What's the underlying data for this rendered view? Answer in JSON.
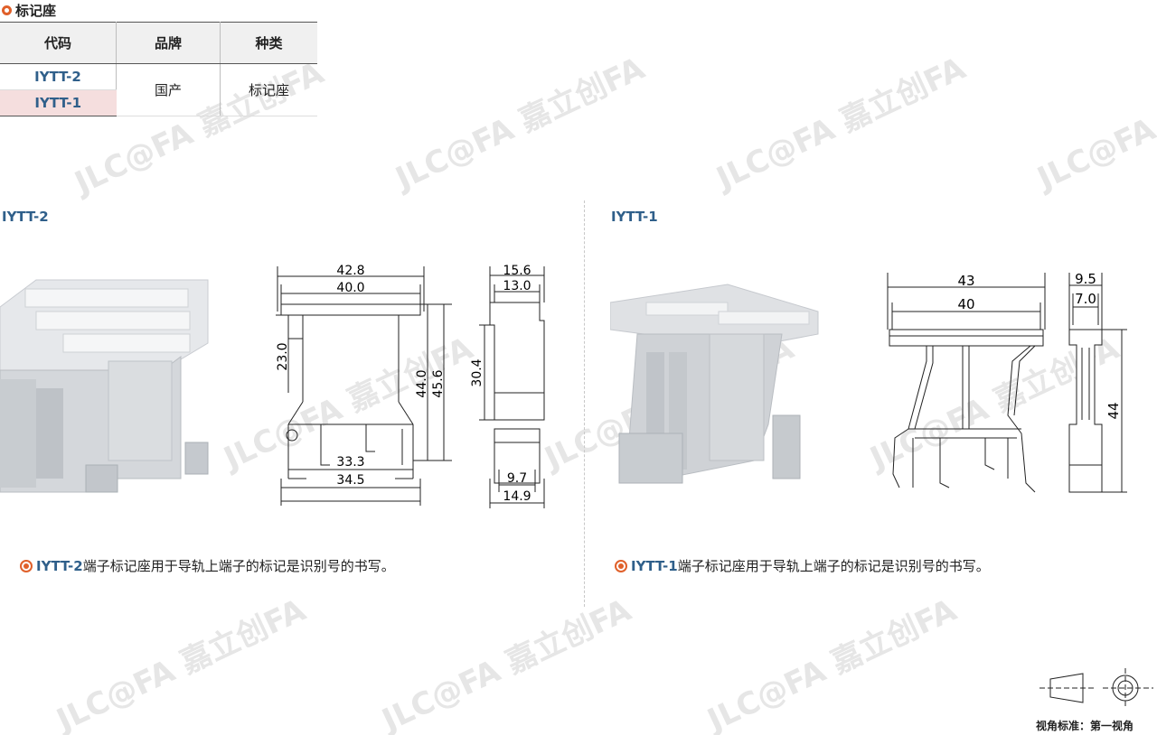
{
  "section": {
    "title": "标记座"
  },
  "table": {
    "headers": [
      "代码",
      "品牌",
      "种类"
    ],
    "rows": [
      {
        "code": "IYTT-2"
      },
      {
        "code": "IYTT-1"
      }
    ],
    "brand": "国产",
    "kind": "标记座"
  },
  "products": [
    {
      "label": "IYTT-2",
      "dims_front": {
        "width_outer": "42.8",
        "width_inner": "40.0",
        "height_top": "23.0",
        "height_inner": "44.0",
        "height_outer": "45.6",
        "base_inner": "33.3",
        "base_outer": "34.5"
      },
      "dims_side": {
        "width_outer": "15.6",
        "width_inner": "13.0",
        "height": "30.4",
        "base_inner": "9.7",
        "base_outer": "14.9"
      },
      "desc_code": "IYTT-2",
      "desc_text": "端子标记座用于导轨上端子的标记是识别号的书写。"
    },
    {
      "label": "IYTT-1",
      "dims_front": {
        "width_outer": "43",
        "width_inner": "40"
      },
      "dims_side": {
        "width_outer": "9.5",
        "width_inner": "7.0",
        "height": "44"
      },
      "desc_code": "IYTT-1",
      "desc_text": "端子标记座用于导轨上端子的标记是识别号的书写。"
    }
  ],
  "projection": {
    "label": "视角标准：第一视角"
  },
  "colors": {
    "accent": "#e0602a",
    "code_blue": "#2f5f8a",
    "highlight": "#f5dede"
  }
}
